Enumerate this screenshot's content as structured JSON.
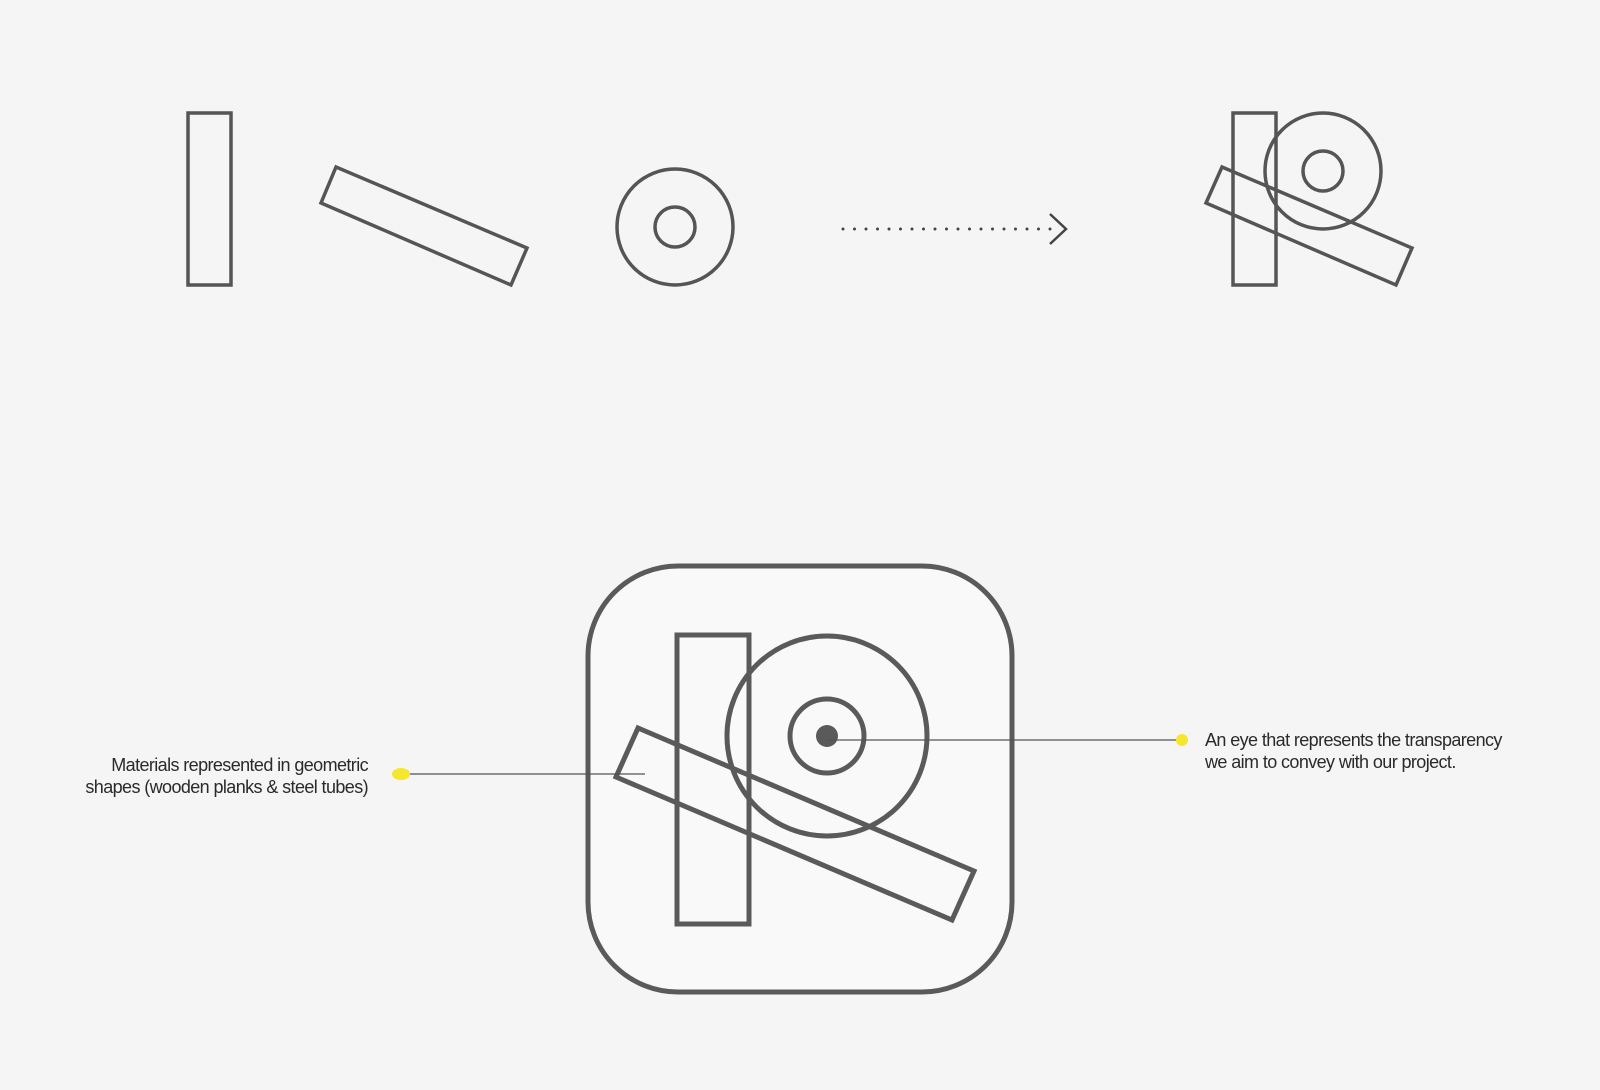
{
  "annotations": {
    "materials": {
      "line1": "Materials represented in geometric",
      "line2": "shapes (wooden planks & steel tubes)"
    },
    "eye": {
      "line1": "An eye that represents the transparency",
      "line2": "we aim to convey with our project."
    }
  },
  "colors": {
    "background": "#f5f5f5",
    "stroke": "#5a5a5a",
    "accent": "#f5e62e",
    "icon_fill": "#f9f9f9"
  },
  "icons": [
    "vertical-plank-icon",
    "tilted-plank-icon",
    "eye-icon",
    "dotted-arrow-icon",
    "combined-logo-icon",
    "app-icon"
  ]
}
